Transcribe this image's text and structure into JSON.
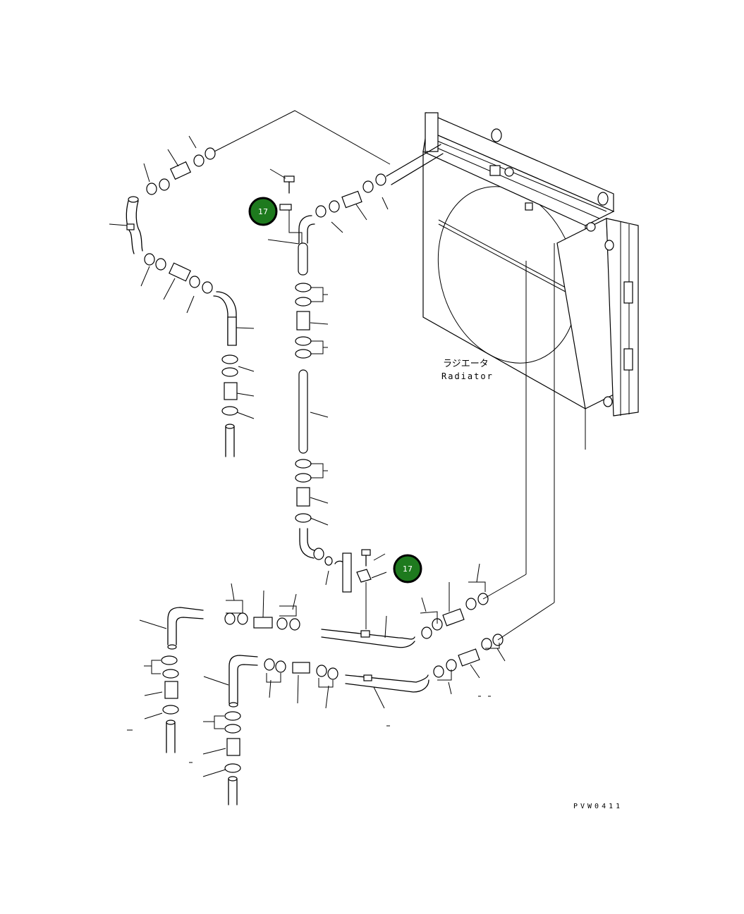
{
  "diagram": {
    "radiator_label_jp": "ラジエータ",
    "radiator_label_en": "Radiator",
    "drawing_code": "PVW0411"
  },
  "callouts": [
    {
      "number": "17",
      "color": "#1e7a1e"
    },
    {
      "number": "17",
      "color": "#1e7a1e"
    }
  ]
}
